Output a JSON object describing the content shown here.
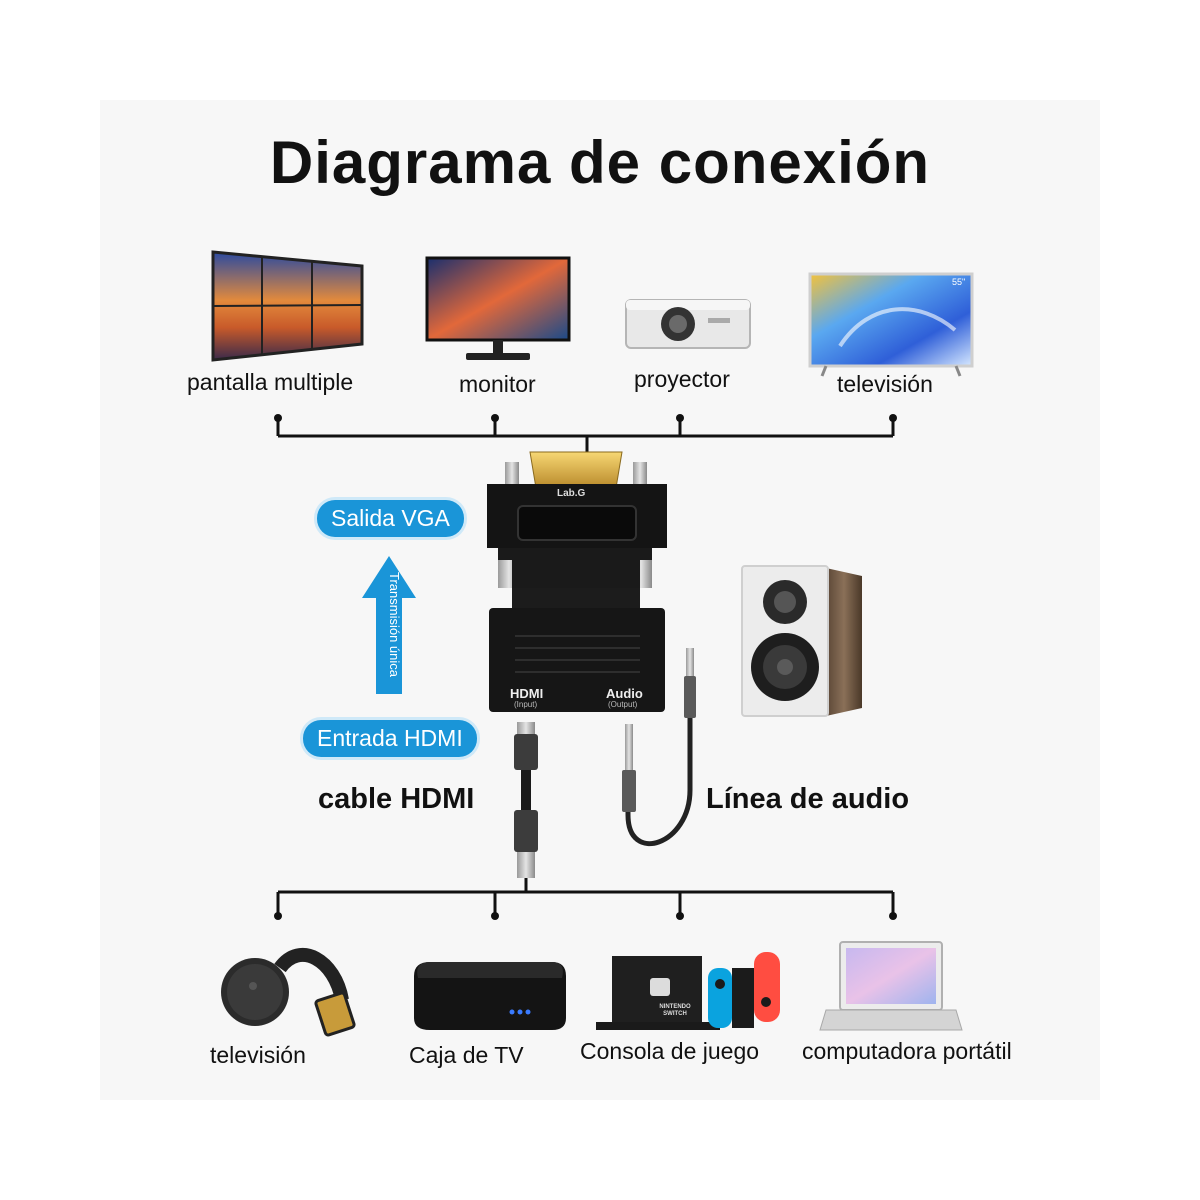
{
  "title": "Diagrama de conexión",
  "outputs": [
    {
      "label": "pantalla multiple",
      "icon": "video-wall-icon"
    },
    {
      "label": "monitor",
      "icon": "monitor-icon"
    },
    {
      "label": "proyector",
      "icon": "projector-icon"
    },
    {
      "label": "televisión",
      "icon": "tv-icon",
      "badge": "55\""
    }
  ],
  "adapter": {
    "brand": "Lab.G",
    "port_hdmi": "HDMI",
    "port_hdmi_sub": "(Input)",
    "port_audio": "Audio",
    "port_audio_sub": "(Output)"
  },
  "flow": {
    "output_label": "Salida VGA",
    "input_label": "Entrada HDMI",
    "direction_label": "Transmisión única"
  },
  "cables": {
    "hdmi": "cable HDMI",
    "audio": "Línea de audio"
  },
  "inputs": [
    {
      "label": "televisión",
      "icon": "chromecast-icon"
    },
    {
      "label": "Caja de TV",
      "icon": "tv-box-icon"
    },
    {
      "label": "Consola de juego",
      "icon": "game-console-icon",
      "screen_text": "NINTENDO SWITCH"
    },
    {
      "label": "computadora portátil",
      "icon": "laptop-icon"
    }
  ],
  "colors": {
    "accent": "#1a95d8",
    "line": "#111111"
  }
}
